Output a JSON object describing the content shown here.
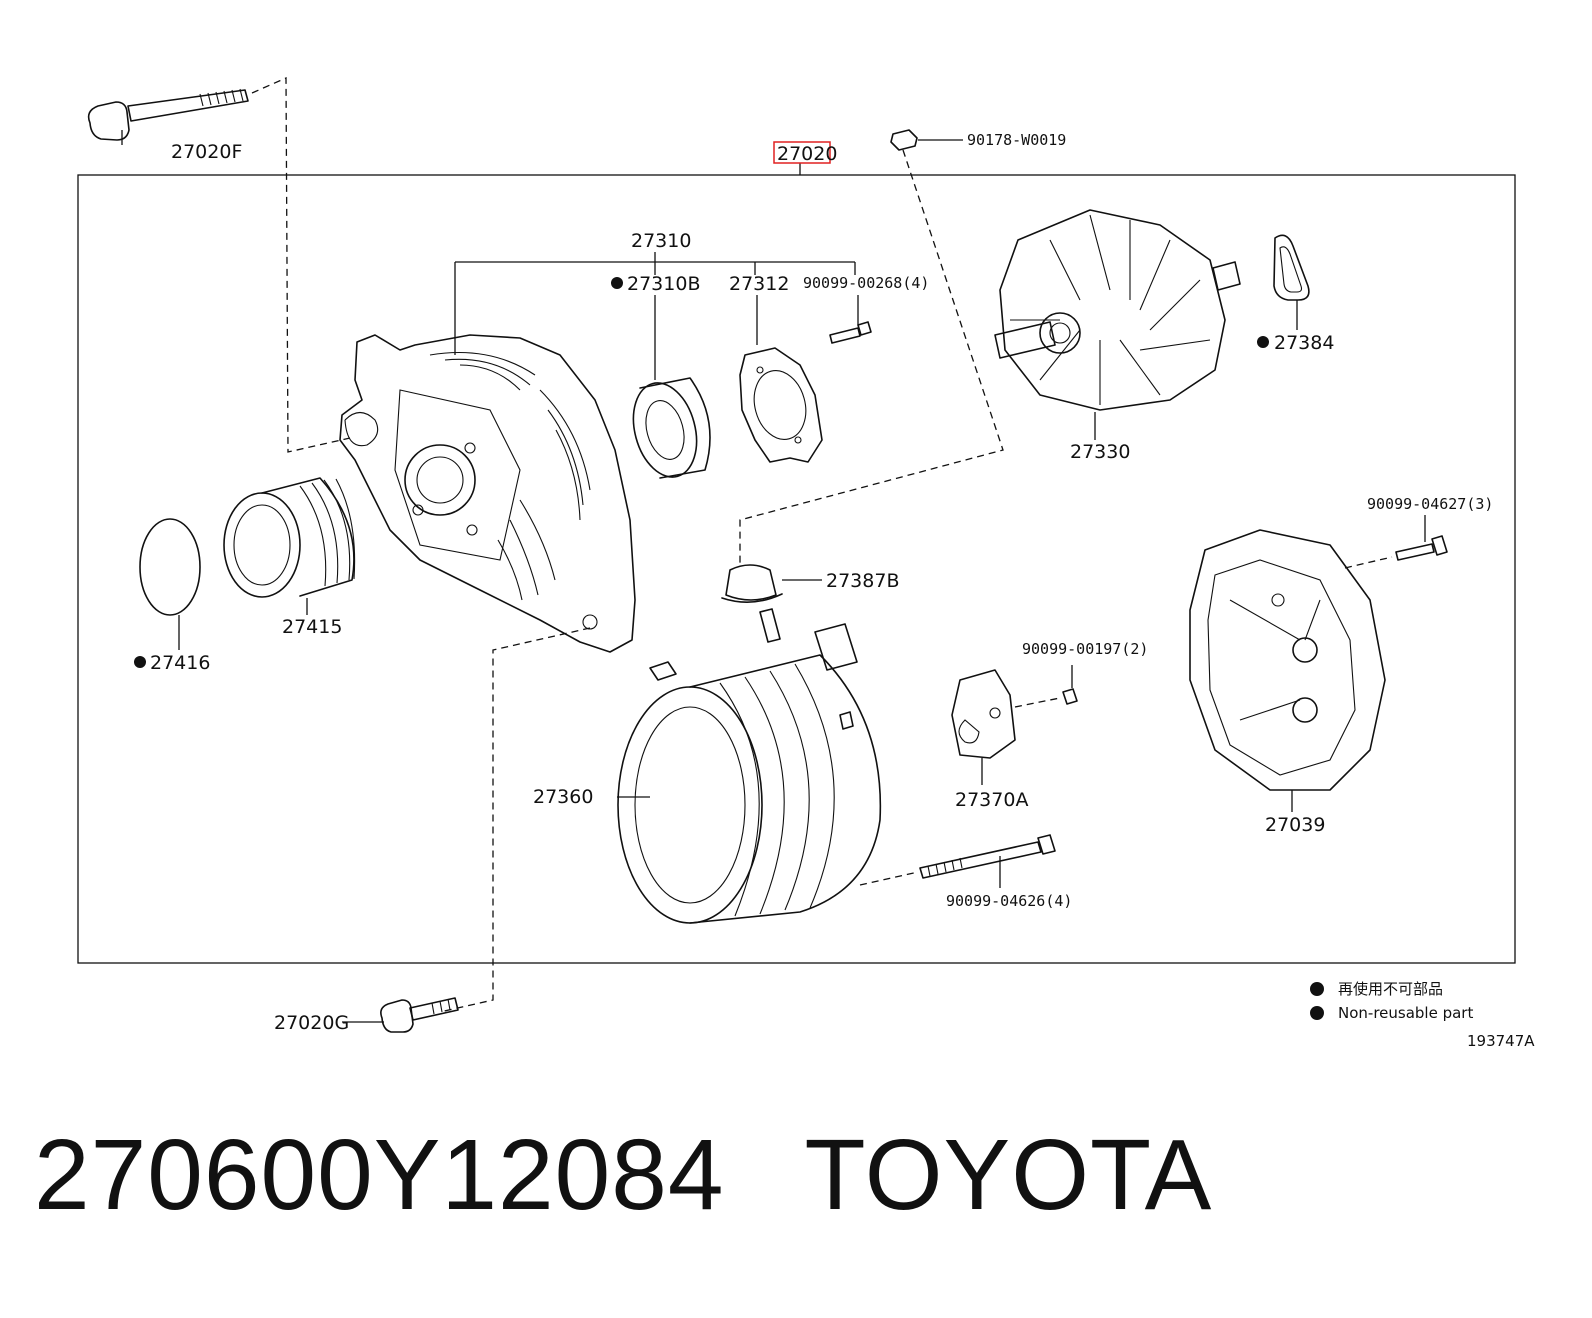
{
  "diagram": {
    "assembly_label": "27020",
    "labels": {
      "p27020F": "27020F",
      "p27020G": "27020G",
      "p90178": "90178-W0019",
      "p27310": "27310",
      "p27310B": "27310B",
      "p27312": "27312",
      "p90099_00268": "90099-00268(4)",
      "p27384": "27384",
      "p27330": "27330",
      "p90099_04627": "90099-04627(3)",
      "p27387B": "27387B",
      "p27416": "27416",
      "p27415": "27415",
      "p90099_00197": "90099-00197(2)",
      "p27370A": "27370A",
      "p27360": "27360",
      "p27039": "27039",
      "p90099_04626": "90099-04626(4)"
    },
    "legend": {
      "jp": "再使用不可部品",
      "en": "Non-reusable part"
    },
    "reference": "193747A",
    "highlight_color": "#e02020"
  },
  "caption": {
    "part_number": "270600Y12084",
    "brand": "TOYOTA"
  }
}
